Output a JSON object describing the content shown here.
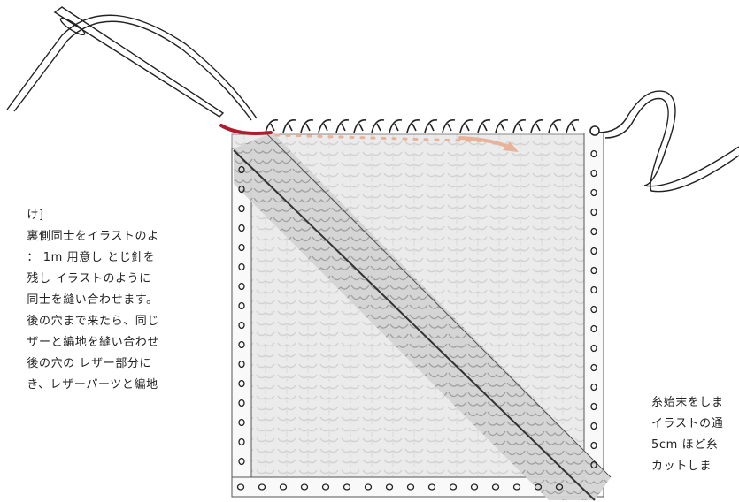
{
  "instructions_left": {
    "lines": [
      "け]",
      "裏側同士をイラストのよ",
      "： 1m 用意し とじ針を",
      "残し イラストのように",
      "同士を縫い合わせます。",
      "後の穴まで来たら、同じ",
      "ザーと編地を縫い合わせ",
      "後の穴の レザー部分に",
      "き、レザーパーツと編地"
    ]
  },
  "instructions_right": {
    "lines": [
      "糸始末をしま",
      "イラストの通",
      "5cm ほど糸",
      "カットしま"
    ]
  },
  "colors": {
    "knit_fill": "#e8e8e8",
    "knit_stitch": "#cfcfcf",
    "leather_fill": "#f7f7f7",
    "diagonal_band": "#d8d8d8",
    "yarn_start": "#b01c2e",
    "stitch_direction_arrow": "#e8b39a",
    "outline": "#333333"
  },
  "icons": {
    "needle": "sewing-needle-icon",
    "arrow": "stitch-direction-arrow-icon"
  }
}
